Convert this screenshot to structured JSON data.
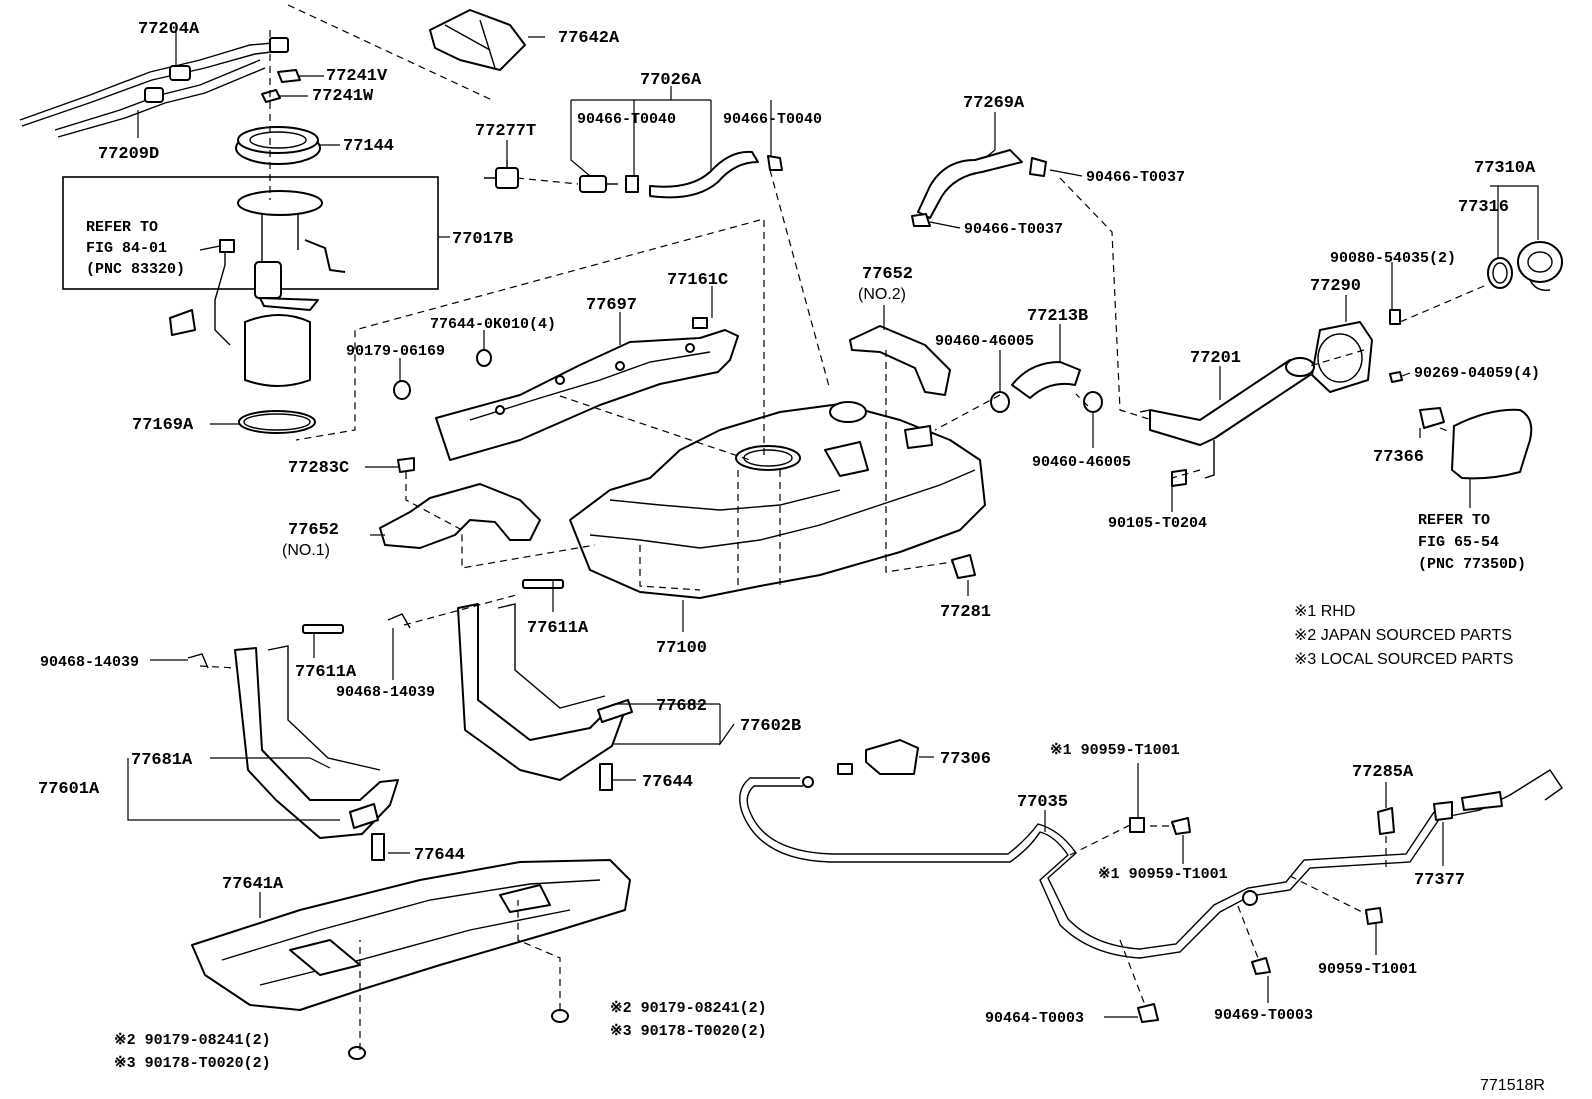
{
  "diagram_id": "771518R",
  "notes": {
    "n1": "※1 RHD",
    "n2": "※2 JAPAN SOURCED PARTS",
    "n3": "※3 LOCAL SOURCED PARTS"
  },
  "refer": {
    "r1": [
      "REFER TO",
      "FIG 84-01",
      "(PNC 83320)"
    ],
    "r2": [
      "REFER TO",
      "FIG 65-54",
      "(PNC 77350D)"
    ]
  },
  "parts": {
    "p77204A": "77204A",
    "p77642A": "77642A",
    "p77241V": "77241V",
    "p77241W": "77241W",
    "p77209D": "77209D",
    "p77144": "77144",
    "p77017B": "77017B",
    "p77169A": "77169A",
    "p77026A": "77026A",
    "p90466_T0040_a": "90466-T0040",
    "p90466_T0040_b": "90466-T0040",
    "p77277T": "77277T",
    "p77269A": "77269A",
    "p90466_T0037_a": "90466-T0037",
    "p90466_T0037_b": "90466-T0037",
    "p77310A": "77310A",
    "p77316": "77316",
    "p90080_54035": "90080-54035(2)",
    "p77290": "77290",
    "p90269_04059": "90269-04059(4)",
    "p77366": "77366",
    "p77161C": "77161C",
    "p77697": "77697",
    "p77644_0K010": "77644-0K010(4)",
    "p90179_06169": "90179-06169",
    "p77652_2": "77652",
    "p77652_2_sub": "(NO.2)",
    "p90460_46005_a": "90460-46005",
    "p90460_46005_b": "90460-46005",
    "p77213B": "77213B",
    "p77201": "77201",
    "p90105_T0204": "90105-T0204",
    "p77283C": "77283C",
    "p77652_1": "77652",
    "p77652_1_sub": "(NO.1)",
    "p77100": "77100",
    "p77281": "77281",
    "p77611A_a": "77611A",
    "p77611A_b": "77611A",
    "p90468_14039_a": "90468-14039",
    "p90468_14039_b": "90468-14039",
    "p77682": "77682",
    "p77602B": "77602B",
    "p77644_a": "77644",
    "p77644_b": "77644",
    "p77601A": "77601A",
    "p77681A": "77681A",
    "p77306": "77306",
    "p90959_T1001_a": "※1 90959-T1001",
    "p90959_T1001_b": "※1 90959-T1001",
    "p90959_T1001_c": "90959-T1001",
    "p77035": "77035",
    "p77285A": "77285A",
    "p77377": "77377",
    "p77641A": "77641A",
    "p90179_08241_a": "※2 90179-08241(2)",
    "p90178_T0020_a": "※3 90178-T0020(2)",
    "p90179_08241_b": "※2 90179-08241(2)",
    "p90178_T0020_b": "※3 90178-T0020(2)",
    "p90464_T0003": "90464-T0003",
    "p90469_T0003": "90469-T0003"
  }
}
